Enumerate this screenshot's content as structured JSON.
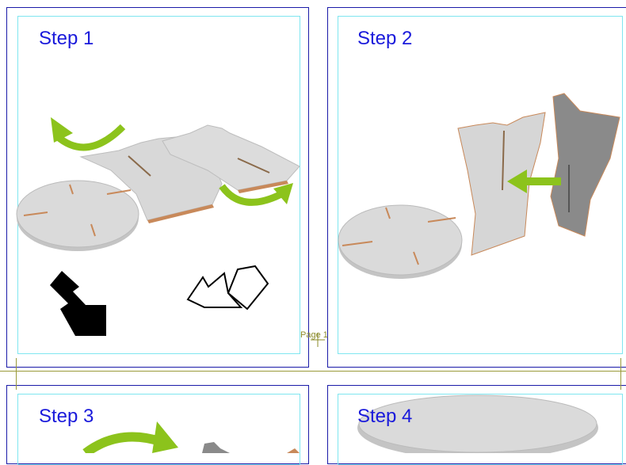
{
  "pages": [
    {
      "title": "Step 1"
    },
    {
      "title": "Step 2"
    },
    {
      "title": "Step 3"
    },
    {
      "title": "Step 4"
    }
  ],
  "page_label": "Page 1",
  "colors": {
    "frame": "#1a1aa8",
    "margin": "#7fe6f0",
    "title": "#1a1adb",
    "arrow": "#8cc31c",
    "part_light": "#d8d8d8",
    "part_dark": "#8a8a8a",
    "slot_edge": "#c8895a"
  },
  "icons": [
    "rotate-arrow-icon",
    "recycle-arrow-icon",
    "move-left-arrow-icon"
  ]
}
